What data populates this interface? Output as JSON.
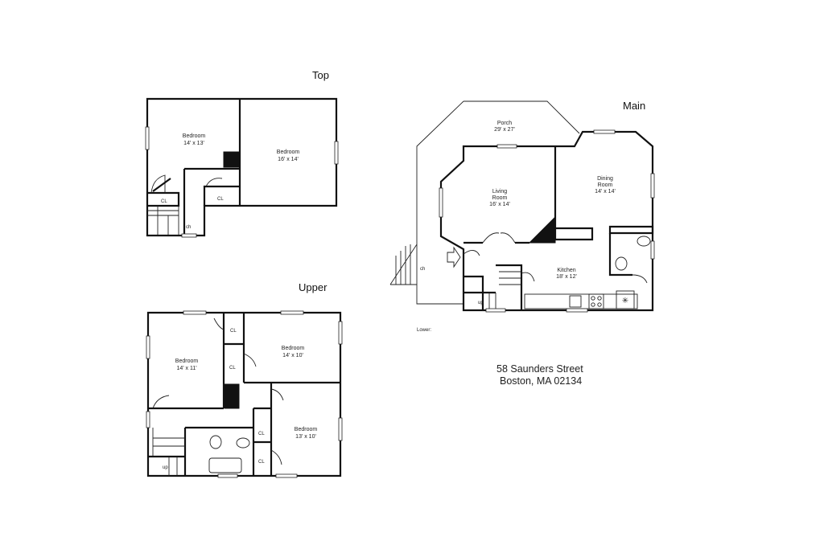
{
  "floors": {
    "top": "Top",
    "upper": "Upper",
    "main": "Main",
    "lower": "Lower:"
  },
  "rooms": {
    "top_bedroom_left": {
      "name": "Bedroom",
      "dims": "14' x 13'"
    },
    "top_bedroom_right": {
      "name": "Bedroom",
      "dims": "16' x 14'"
    },
    "upper_bedroom_left": {
      "name": "Bedroom",
      "dims": "14' x 11'"
    },
    "upper_bedroom_topright": {
      "name": "Bedroom",
      "dims": "14' x 10'"
    },
    "upper_bedroom_bottomright": {
      "name": "Bedroom",
      "dims": "13' x 10'"
    },
    "porch": {
      "name": "Porch",
      "dims": "29' x 27'"
    },
    "living": {
      "name1": "Living",
      "name2": "Room",
      "dims": "16' x 14'"
    },
    "dining": {
      "name1": "Dining",
      "name2": "Room",
      "dims": "14' x 14'"
    },
    "kitchen": {
      "name": "Kitchen",
      "dims": "18' x 12'"
    }
  },
  "markers": {
    "closet": "CL",
    "chimney": "ch",
    "up": "up"
  },
  "address": {
    "line1": "58 Saunders Street",
    "line2": "Boston, MA 02134"
  }
}
